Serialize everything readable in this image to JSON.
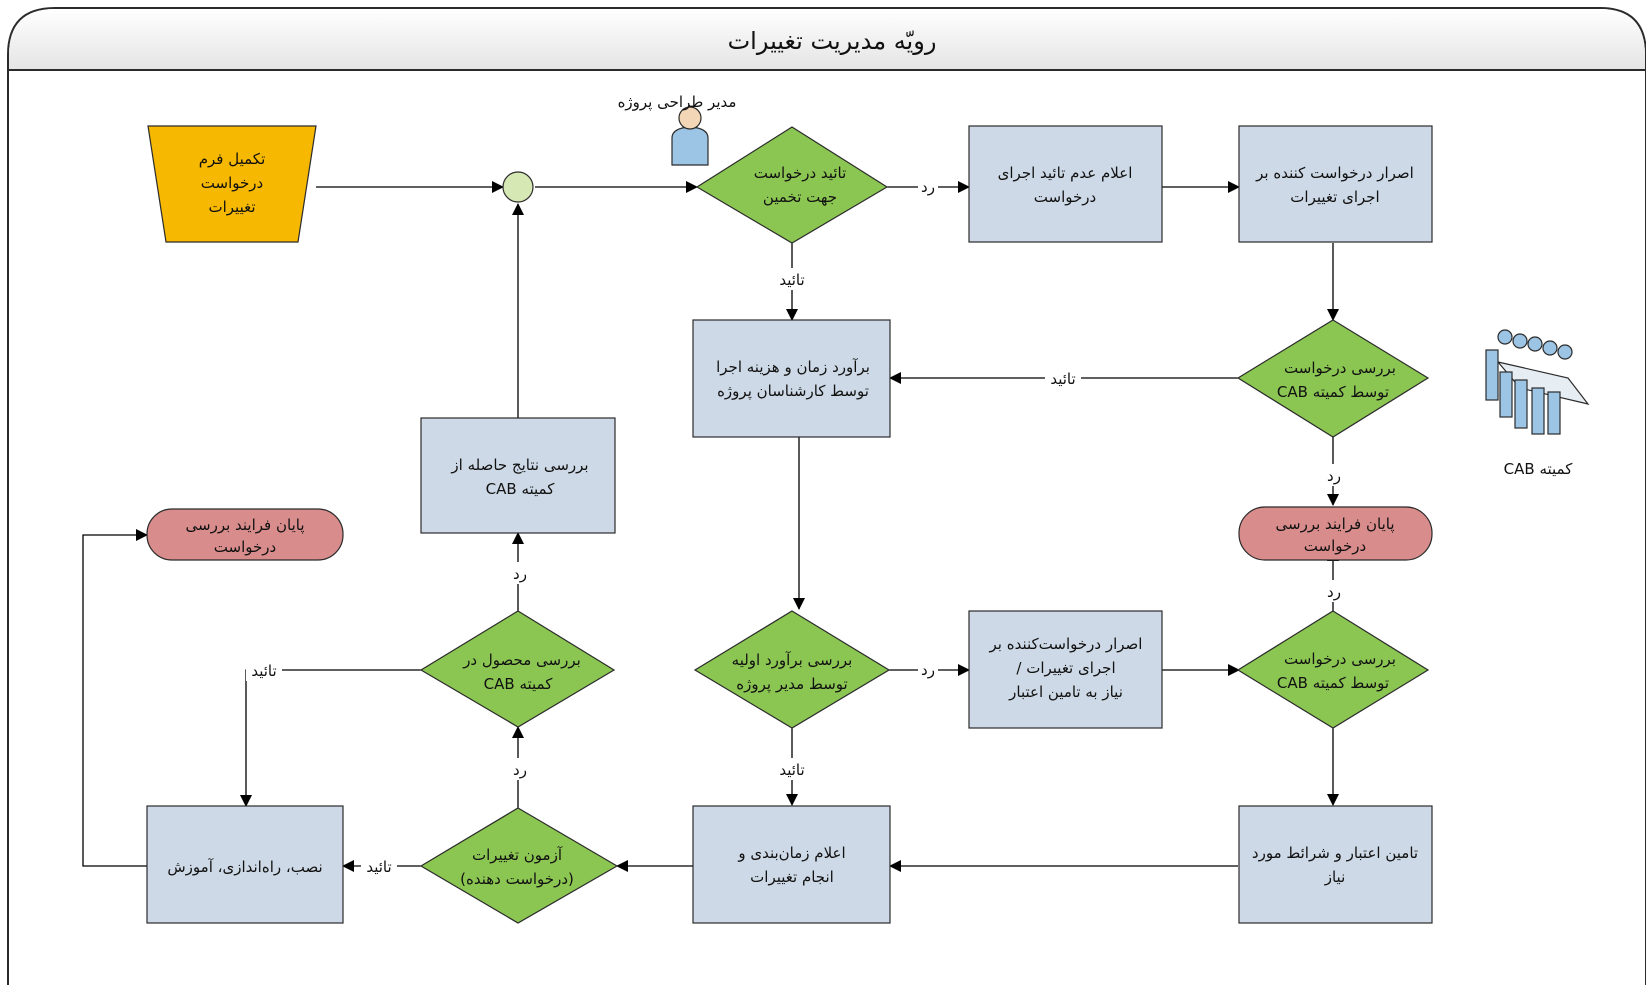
{
  "title": "رویّه مدیریت تغییرات",
  "colors": {
    "process": "#cdd9e6",
    "decision": "#8cc652",
    "terminator": "#d98c8c",
    "input": "#f6b800",
    "junction": "#d6e8b3",
    "actor": "#9cc4e4",
    "edge": "#000000",
    "border": "#2b2b2b",
    "header": "#ececec"
  },
  "nodes": {
    "form": {
      "lines": [
        "تکمیل فرم",
        "درخواست",
        "تغییرات"
      ],
      "kind": "input"
    },
    "approve_estimate": {
      "lines": [
        "تائید درخواست",
        "جهت تخمین"
      ],
      "kind": "decision"
    },
    "notify_reject": {
      "lines": [
        "اعلام عدم تائید اجرای",
        "درخواست"
      ],
      "kind": "process"
    },
    "insist1": {
      "lines": [
        "اصرار درخواست کننده بر",
        "اجرای تغییرات"
      ],
      "kind": "process"
    },
    "cab_review1": {
      "lines": [
        "بررسی درخواست",
        "توسط کمیته CAB"
      ],
      "kind": "decision"
    },
    "estimate": {
      "lines": [
        "برآورد زمان و هزینه اجرا",
        "توسط کارشناسان پروژه"
      ],
      "kind": "process"
    },
    "cab_results": {
      "lines": [
        "بررسی نتایج حاصله از",
        "کمیته CAB"
      ],
      "kind": "process"
    },
    "end_left": {
      "lines": [
        "پایان فرایند بررسی",
        "درخواست"
      ],
      "kind": "terminator"
    },
    "end_right": {
      "lines": [
        "پایان فرایند بررسی",
        "درخواست"
      ],
      "kind": "terminator"
    },
    "pm_review": {
      "lines": [
        "بررسی برآورد اولیه",
        "توسط مدیر پروژه"
      ],
      "kind": "decision"
    },
    "insist2": {
      "lines": [
        "اصرار درخواست‌کننده بر",
        "اجرای تغییرات /",
        "نیاز به تامین اعتبار"
      ],
      "kind": "process"
    },
    "cab_review2": {
      "lines": [
        "بررسی درخواست",
        "توسط کمیته CAB"
      ],
      "kind": "decision"
    },
    "product_review": {
      "lines": [
        "بررسی محصول در",
        "کمیته  CAB"
      ],
      "kind": "decision"
    },
    "install": {
      "lines": [
        "نصب، راه‌اندازی، آموزش"
      ],
      "kind": "process"
    },
    "test": {
      "lines": [
        "آزمون تغییرات",
        "(درخواست دهنده)"
      ],
      "kind": "decision"
    },
    "schedule": {
      "lines": [
        "اعلام زمان‌بندی و",
        "انجام تغییرات"
      ],
      "kind": "process"
    },
    "funding": {
      "lines": [
        "تامین اعتبار و شرائط مورد",
        "نیاز"
      ],
      "kind": "process"
    }
  },
  "actors": {
    "project_manager": "مدیر طراحی پروژه",
    "cab_committee": "کمیته CAB"
  },
  "edge_labels": {
    "reject": "رد",
    "approve": "تائید"
  }
}
